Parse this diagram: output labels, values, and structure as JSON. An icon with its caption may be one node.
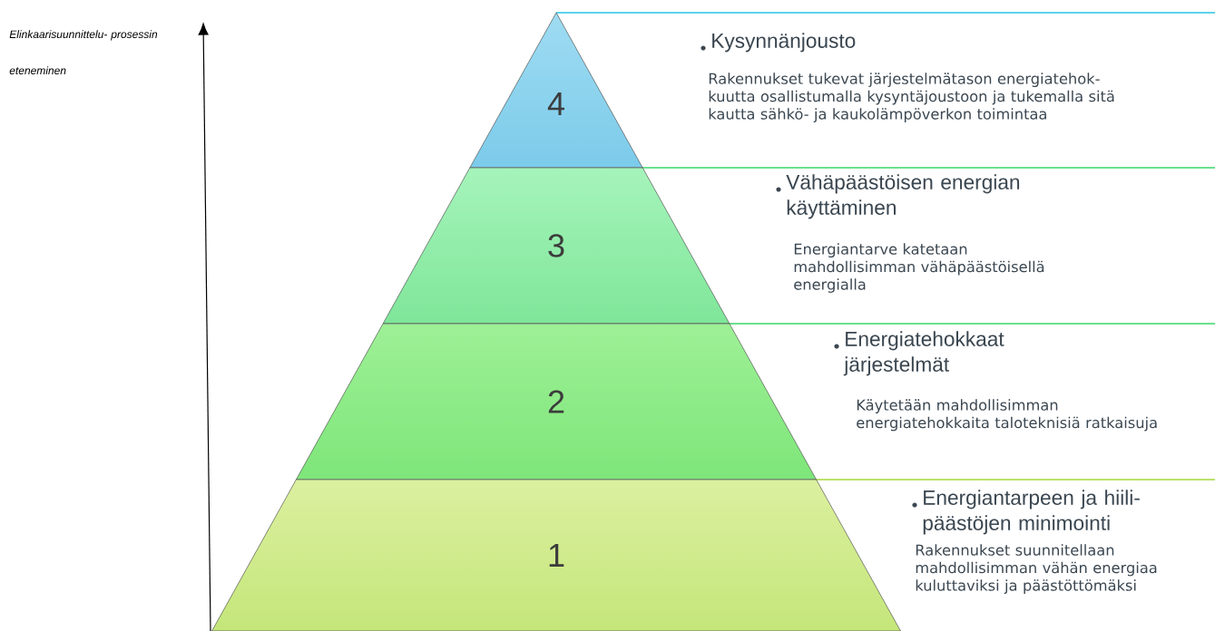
{
  "diagram": {
    "nodes": [
      {
        "text": [
          "4"
        ],
        "beside": [
          "Kysynnänjousto",
          "Rakennukset tukevat järjestelmätason energiatehok-kuutta osallistumalla kysyntäjoustoon ja tukemalla sitä kautta sähkö- ja kaukolämpöverkon toimintaa"
        ]
      },
      {
        "text": [
          "3"
        ],
        "beside": [
          "Vähäpäästöisen energian käyttäminen",
          "Energiantarve katetaan mahdollisimman vähäpäästöisellä energialla"
        ]
      },
      {
        "text": [
          "2"
        ],
        "beside": [
          "Energiatehokkaat järjestelmät",
          "Käytetään mahdollisimman energiatehokkaita taloteknisiä ratkaisuja"
        ]
      },
      {
        "text": [
          "1"
        ],
        "beside": [
          "Energiantarpeen ja hiili- päästöjen minimointi",
          "Rakennukset suunnitellaan mahdollisimman vähän energiaa kuluttaviksi ja päästöttömäksi"
        ]
      }
    ],
    "labels": [
      "Elinkaarisuunnittelu- prosessin eteneminen"
    ]
  }
}
